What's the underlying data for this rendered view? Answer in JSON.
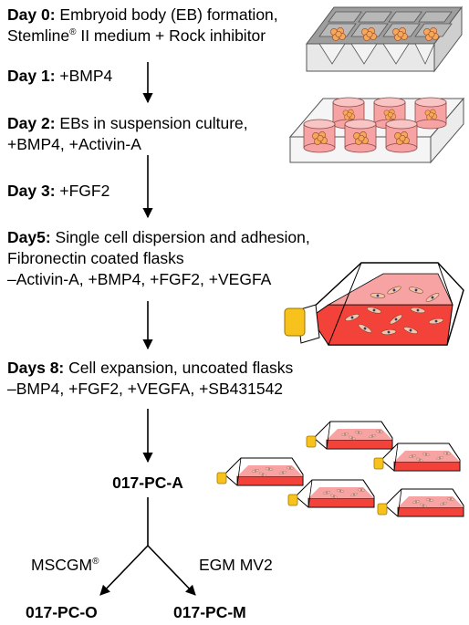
{
  "steps": [
    {
      "day": "Day 0:",
      "line1": " Embryoid body (EB) formation,",
      "line2_pre": "Stemline",
      "line2_sup": "®",
      "line2_post": " II medium + Rock inhibitor"
    },
    {
      "day": "Day 1:",
      "line1": " +BMP4"
    },
    {
      "day": "Day 2:",
      "line1": " EBs in suspension culture,",
      "line2": "+BMP4, +Activin-A"
    },
    {
      "day": "Day 3:",
      "line1": " +FGF2"
    },
    {
      "day": "Day5:",
      "line1": " Single cell dispersion and adhesion,",
      "line2": "Fibronectin coated flasks",
      "line3": "–Activin-A, +BMP4, +FGF2, +VEGFA"
    },
    {
      "day": "Days 8:",
      "line1": " Cell expansion, uncoated flasks",
      "line2": "–BMP4, +FGF2, +VEGFA, +SB431542"
    }
  ],
  "nodes": {
    "a": "017-PC-A",
    "o": "017-PC-O",
    "m": "017-PC-M"
  },
  "branches": {
    "left_pre": "MSCGM",
    "left_sup": "®",
    "right": "EGM MV2"
  },
  "colors": {
    "medium": "#f2423a",
    "medium_light": "#f7a3a3",
    "eb": "#f6a85a",
    "cap": "#f7c21b",
    "tray": "#bdbdbd"
  }
}
